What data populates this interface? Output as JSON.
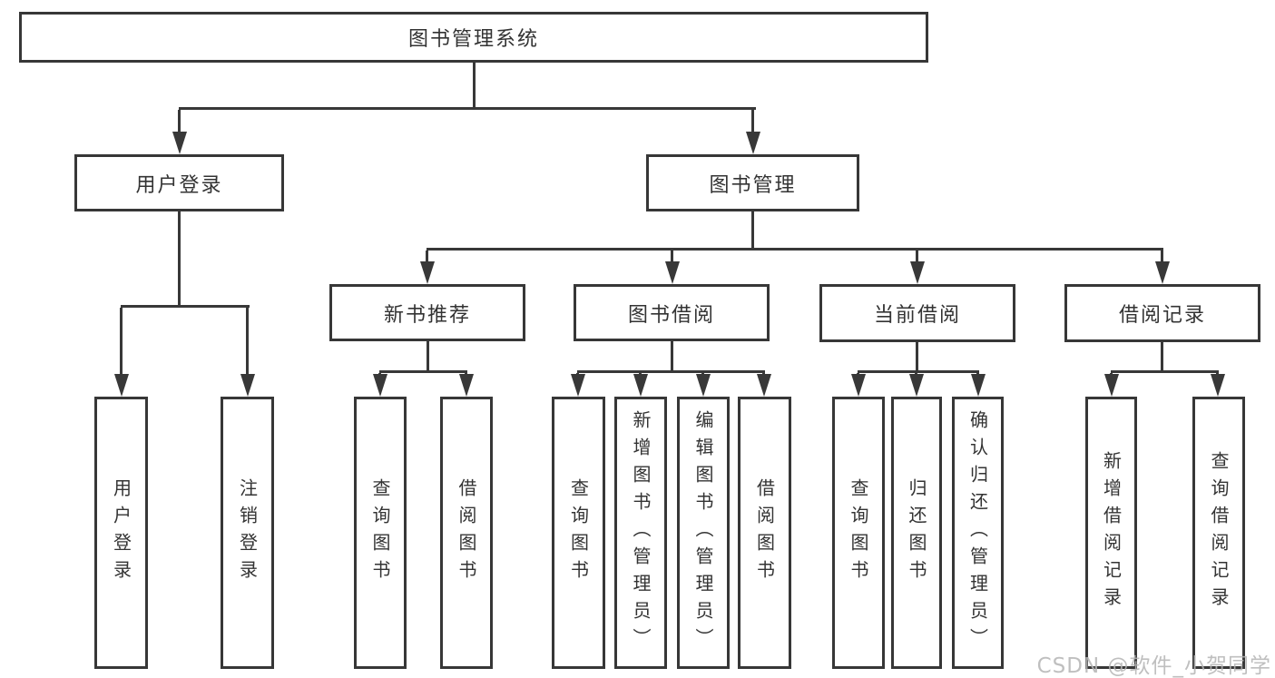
{
  "tree": {
    "label": "图书管理系统",
    "children": [
      {
        "label": "用户登录",
        "children": [
          {
            "label": "用户登录"
          },
          {
            "label": "注销登录"
          }
        ]
      },
      {
        "label": "图书管理",
        "children": [
          {
            "label": "新书推荐",
            "children": [
              {
                "label": "查询图书"
              },
              {
                "label": "借阅图书"
              }
            ]
          },
          {
            "label": "图书借阅",
            "children": [
              {
                "label": "查询图书"
              },
              {
                "label": "新增图书（管理员）"
              },
              {
                "label": "编辑图书（管理员）"
              },
              {
                "label": "借阅图书"
              }
            ]
          },
          {
            "label": "当前借阅",
            "children": [
              {
                "label": "查询图书"
              },
              {
                "label": "归还图书"
              },
              {
                "label": "确认归还（管理员）"
              }
            ]
          },
          {
            "label": "借阅记录",
            "children": [
              {
                "label": "新增借阅记录"
              },
              {
                "label": "查询借阅记录"
              }
            ]
          }
        ]
      }
    ]
  },
  "watermark": {
    "text": "CSDN @软件_小贺同学"
  },
  "colors": {
    "line": "#383838",
    "text": "#333333",
    "background": "#ffffff",
    "watermark": "#b5b5b5"
  }
}
